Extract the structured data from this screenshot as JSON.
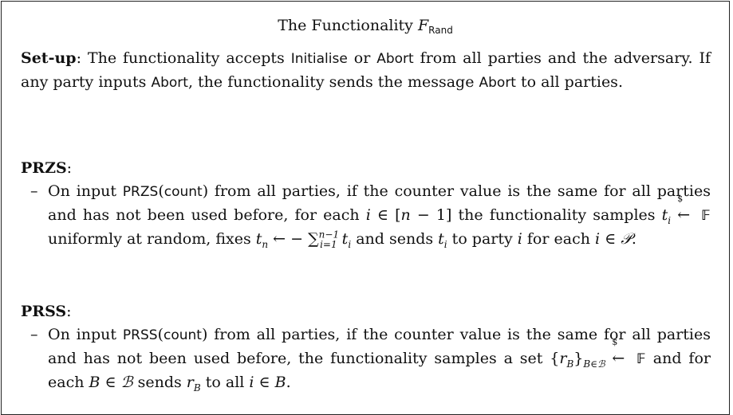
{
  "title": {
    "prefix": "The Functionality ",
    "symbol": "F",
    "subscript": "Rand"
  },
  "setup": {
    "heading": "Set-up",
    "colon": ":",
    "t1": " The functionality accepts ",
    "initialise": "Initialise",
    "t2": " or ",
    "abort1": "Abort",
    "t3": " from all parties and the adversary. If any party inputs ",
    "abort2": "Abort",
    "t4": ", the functionality sends the message ",
    "abort3": "Abort",
    "t5": " to all parties."
  },
  "przs": {
    "heading": "PRZS",
    "colon": ":",
    "dash": "–",
    "t1": "On input ",
    "cmd": "PRZS",
    "paren_open": "(",
    "arg": "count",
    "paren_close": ")",
    "t2": " from all parties, if the counter value is the same for all parties and has not been used before, for each ",
    "i1": "i",
    "in1": " ∈ [",
    "n1": "n",
    "minus1": " − 1]",
    "t3": " the functionality samples ",
    "t_i": "t",
    "i_sub": "i",
    "dollar": "$",
    "arrow": "←",
    "field": "𝔽",
    "t4": " uniformly at random, fixes ",
    "t_n": "t",
    "n_sub": "n",
    "assign": " ← − ",
    "sum": "∑",
    "sum_sup": "n−1",
    "sum_sub": "i=1",
    "t_i2": " t",
    "i_sub2": "i",
    "t5": " and sends ",
    "t_i3": "t",
    "i_sub3": "i",
    "t6": " to party ",
    "i2": "i",
    "t7": " for each ",
    "i3": "i",
    "in2": " ∈ ",
    "parties": "𝒫",
    "end": "."
  },
  "prss": {
    "heading": "PRSS",
    "colon": ":",
    "dash": "–",
    "t1": "On input ",
    "cmd": "PRSS",
    "paren_open": "(",
    "arg": "count",
    "paren_close": ")",
    "t2": " from all parties, if the counter value is the same for all parties and has not been used before, the functionality samples a set ",
    "set_open": "{",
    "r": "r",
    "B_sub": "B",
    "set_close": "}",
    "set_sub": "B∈ℬ",
    "dollar": "$",
    "arrow": "←",
    "field": "𝔽",
    "t3": " and for each ",
    "B1": "B",
    "in1": " ∈ ",
    "calB": "ℬ",
    "t4": " sends ",
    "r2": "r",
    "B_sub2": "B",
    "t5": " to all ",
    "i": "i",
    "in2": " ∈ ",
    "B2": "B",
    "end": "."
  }
}
